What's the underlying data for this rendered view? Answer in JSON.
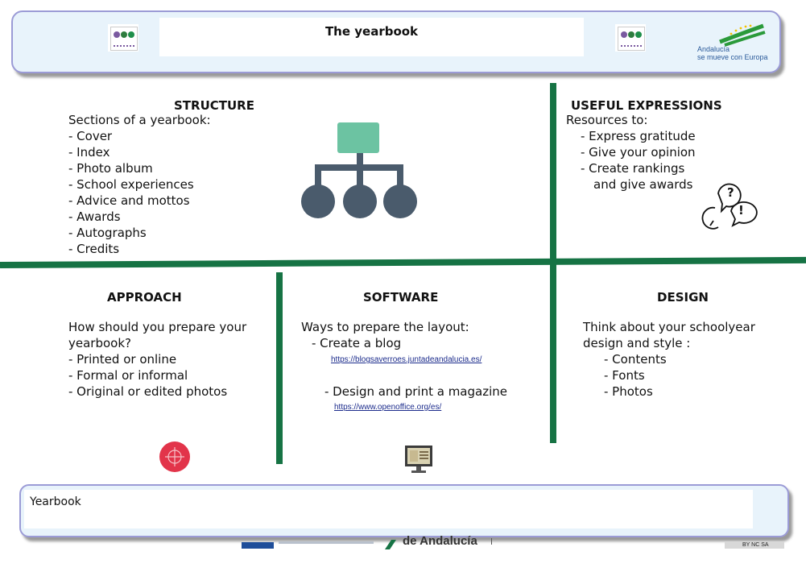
{
  "header": {
    "title": "The yearbook",
    "region_logo_text_1": "Andalucía",
    "region_logo_text_2": "se mueve con Europa"
  },
  "structure": {
    "heading": "STRUCTURE",
    "intro": "Sections of a yearbook:",
    "items": [
      "- Cover",
      "- Index",
      "- Photo album",
      "- School experiences",
      "- Advice and mottos",
      "- Awards",
      "- Autographs",
      "- Credits"
    ],
    "icon": "hierarchy-icon"
  },
  "useful_expressions": {
    "heading": "USEFUL EXPRESSIONS",
    "intro": "Resources to:",
    "items": [
      "- Express gratitude",
      "- Give your opinion",
      "- Create rankings"
    ],
    "continuation": "and give awards",
    "icon": "speech-question-exclamation-icon"
  },
  "approach": {
    "heading": "APPROACH",
    "intro_1": "How should you prepare your",
    "intro_2": "yearbook?",
    "items": [
      "- Printed or online",
      "- Formal or informal",
      "- Original or edited photos"
    ],
    "icon": "target-icon"
  },
  "software": {
    "heading": "SOFTWARE",
    "intro": "Ways to prepare the layout:",
    "item_1": "- Create a blog",
    "link_1": "https://blogsaverroes.juntadeandalucia.es/",
    "item_2": "- Design and print a magazine",
    "link_2": "https://www.openoffice.org/es/",
    "icon": "computer-monitor-icon"
  },
  "design": {
    "heading": "DESIGN",
    "intro_1": "Think about your schoolyear",
    "intro_2": "design and style :",
    "items": [
      "- Contents",
      "- Fonts",
      "- Photos"
    ]
  },
  "footer": {
    "label": "Yearbook",
    "partial_text_1": "de Andalucía",
    "partial_text_2": "BY NC SA"
  },
  "colors": {
    "divider_green": "#167344",
    "header_bg": "#e8f3fb",
    "header_border": "#9b9bd6",
    "hierarchy_top": "#6cc3a2",
    "hierarchy_body": "#4a5b6c",
    "target_red": "#e2344a"
  }
}
